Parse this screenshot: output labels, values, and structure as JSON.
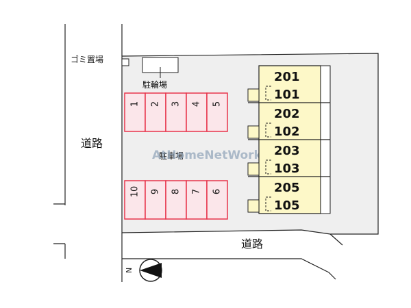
{
  "labels": {
    "garbage": "ゴミ置場",
    "bike_parking": "駐輪場",
    "parking": "駐車場",
    "road_left": "道路",
    "road_bottom": "道路",
    "watermark": "AtHomeNetWork",
    "compass_n": "N"
  },
  "parking_top": [
    "1",
    "2",
    "3",
    "4",
    "5"
  ],
  "parking_bottom": [
    "10",
    "9",
    "8",
    "7",
    "6"
  ],
  "units": [
    {
      "upper": "201",
      "lower": "101"
    },
    {
      "upper": "202",
      "lower": "102"
    },
    {
      "upper": "203",
      "lower": "103"
    },
    {
      "upper": "205",
      "lower": "105"
    }
  ],
  "colors": {
    "lot": "#efefef",
    "building": "#fdf8c8",
    "parking_fill": "#fbe6ea",
    "parking_stroke": "#e8334a"
  }
}
